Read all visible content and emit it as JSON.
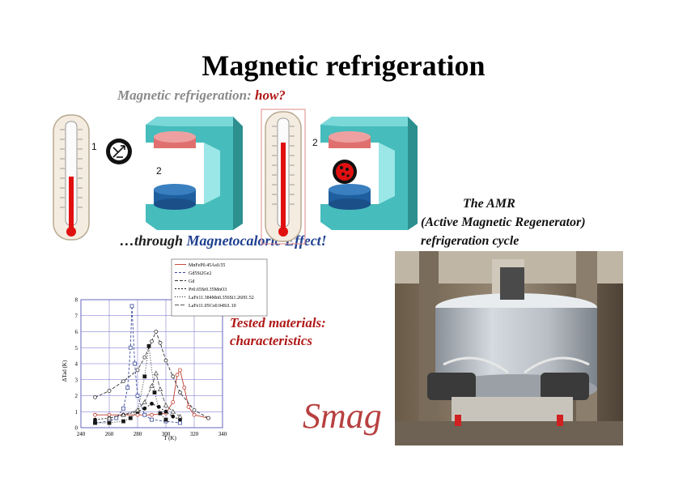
{
  "slide": {
    "title": "Magnetic refrigeration",
    "subtitle_prefix": "Magnetic refrigeration: ",
    "subtitle_accent": "how?",
    "effect_prefix": "…through ",
    "effect_accent": "Magnetocaloric Effect!",
    "amr_line1": "The AMR",
    "amr_line2": "(Active Magnetic Regenerator)",
    "amr_line3": "refrigeration cycle",
    "tested_line1": "Tested materials:",
    "tested_line2": "characteristics",
    "step1": "1",
    "step2a": "2",
    "step2b": "2",
    "logo_text": "Smag"
  },
  "chart_data": {
    "type": "line",
    "xlabel": "T (K)",
    "ylabel": "ΔTad (K)",
    "xlim": [
      240,
      340
    ],
    "ylim": [
      0,
      8
    ],
    "xticks": [
      240,
      260,
      280,
      300,
      320,
      340
    ],
    "yticks": [
      0,
      1,
      2,
      3,
      4,
      5,
      6,
      7,
      8
    ],
    "grid": true,
    "legend_position": "top-right",
    "series": [
      {
        "name": "MnFeP0.45As0.55",
        "color": "#c0392b",
        "marker": "o",
        "x": [
          250,
          260,
          270,
          280,
          290,
          300,
          305,
          308,
          310,
          313,
          316,
          320,
          330
        ],
        "y": [
          0.8,
          0.8,
          0.8,
          0.8,
          0.8,
          0.9,
          1.6,
          3.3,
          3.6,
          2.5,
          1.3,
          0.8,
          0.6
        ]
      },
      {
        "name": "Gd5Si2Ge2",
        "color": "#3b4a9a",
        "marker": "s",
        "x": [
          250,
          260,
          265,
          270,
          273,
          275,
          276,
          278,
          280,
          285,
          290,
          300,
          310
        ],
        "y": [
          0.3,
          0.4,
          0.6,
          1.2,
          2.5,
          5.0,
          7.6,
          4.0,
          2.0,
          0.8,
          0.5,
          0.4,
          0.3
        ]
      },
      {
        "name": "Gd",
        "color": "#333333",
        "marker": "o",
        "x": [
          250,
          260,
          270,
          280,
          285,
          290,
          293,
          296,
          300,
          305,
          310,
          320,
          330
        ],
        "y": [
          1.9,
          2.3,
          2.9,
          3.6,
          4.4,
          5.4,
          6.0,
          5.3,
          4.2,
          3.2,
          2.2,
          1.1,
          0.6
        ]
      },
      {
        "name": "Pr0.65Sr0.35MnO3",
        "color": "#111111",
        "marker": "o",
        "x": [
          250,
          260,
          270,
          280,
          285,
          290,
          295,
          300,
          305,
          310
        ],
        "y": [
          0.5,
          0.6,
          0.8,
          1.0,
          1.2,
          1.5,
          1.3,
          1.0,
          0.7,
          0.5
        ]
      },
      {
        "name": "LaFe11.384Mn0.356Si1.26H1.52",
        "color": "#1a1a1a",
        "marker": "s",
        "x": [
          250,
          260,
          270,
          275,
          280,
          285,
          288,
          292,
          296,
          300
        ],
        "y": [
          0.3,
          0.3,
          0.4,
          0.6,
          1.0,
          3.2,
          5.1,
          2.2,
          0.9,
          0.5
        ]
      },
      {
        "name": "LaFe11.05Co0.94Si1.10",
        "color": "#555555",
        "marker": "^",
        "x": [
          260,
          270,
          280,
          285,
          290,
          293,
          296,
          300,
          305,
          310
        ],
        "y": [
          0.6,
          0.8,
          1.1,
          1.6,
          2.6,
          3.4,
          2.4,
          1.4,
          1.0,
          0.7
        ]
      }
    ]
  }
}
